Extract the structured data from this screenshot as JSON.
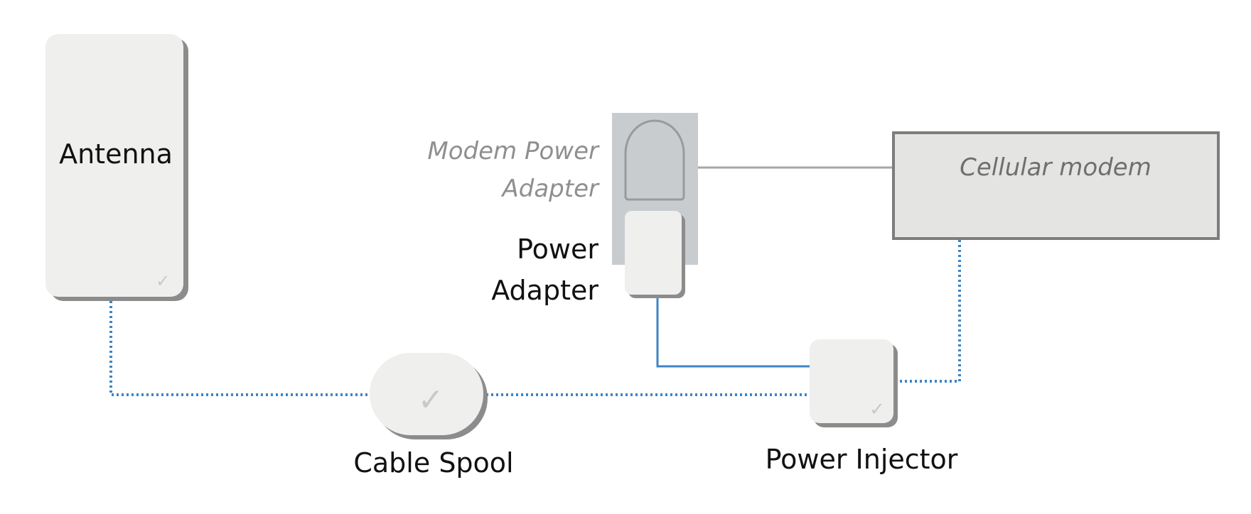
{
  "devices": {
    "antenna": {
      "label": "Antenna"
    },
    "cable_spool": {
      "label": "Cable Spool"
    },
    "modem_power_adapter": {
      "label_line1": "Modem Power",
      "label_line2": "Adapter"
    },
    "power_adapter": {
      "label_line1": "Power",
      "label_line2": "Adapter"
    },
    "cellular_modem": {
      "label": "Cellular modem"
    },
    "power_injector": {
      "label": "Power Injector"
    }
  },
  "check_icon": {
    "glyph": "✓",
    "icon": "check-icon"
  },
  "colors": {
    "device_fill": "#efefee",
    "device_shadow": "#8c8c8c",
    "adapter_group_bg": "#c8cccf",
    "modem_fill": "#e4e4e3",
    "modem_border": "#7d7d7d",
    "data_cable": "#3d85c6",
    "power_cable": "#3d85c6",
    "modem_power_cable": "#a6a6a6"
  },
  "connections": [
    {
      "from": "antenna",
      "to": "cable_spool",
      "style": "dotted"
    },
    {
      "from": "cable_spool",
      "to": "power_injector",
      "style": "dotted"
    },
    {
      "from": "power_injector",
      "to": "cellular_modem",
      "style": "dotted"
    },
    {
      "from": "power_adapter",
      "to": "power_injector",
      "style": "solid"
    },
    {
      "from": "modem_power_adapter",
      "to": "cellular_modem",
      "style": "solid"
    }
  ]
}
